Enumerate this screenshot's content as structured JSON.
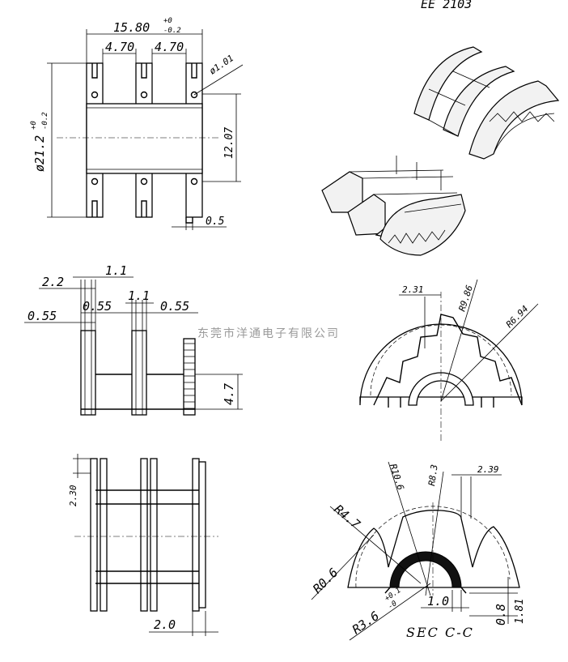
{
  "header": {
    "part_no_partial": "EE 2103"
  },
  "watermark": "东莞市洋通电子有限公司",
  "front_view": {
    "width_base": "15.80",
    "width_tol_upper": "+0",
    "width_tol_lower": "-0.2",
    "slot_1": "4.70",
    "slot_2": "4.70",
    "hole_dia": "ø1.01",
    "height_base": "ø21.2",
    "height_tol_upper": "+0",
    "height_tol_lower": "-0.2",
    "bore": "12.07",
    "step": "0.5"
  },
  "side_view": {
    "d_2_2": "2.2",
    "d_1_1a": "1.1",
    "d_1_1b": "1.1",
    "d_0_55a": "0.55",
    "d_0_55b": "0.55",
    "d_0_55c": "0.55",
    "d_4_7": "4.7"
  },
  "bottom_view": {
    "d_2_30": "2.30",
    "d_2_0": "2.0"
  },
  "gear_view": {
    "d_2_31": "2.31",
    "r_9_86": "R9.86",
    "r_6_94": "R6.94"
  },
  "section_view": {
    "r_10_6": "R10.6",
    "r_8_3": "R8.3",
    "d_2_39": "2.39",
    "r_4_7": "R4.7",
    "r_0_6": "R0.6",
    "r_3_6": "R3.6",
    "r_3_6_tol_upper": "+0.1",
    "r_3_6_tol_lower": "-0",
    "d_1_0": "1.0",
    "d_0_8": "0.8",
    "d_1_81": "1.81",
    "title": "SEC C-C"
  }
}
